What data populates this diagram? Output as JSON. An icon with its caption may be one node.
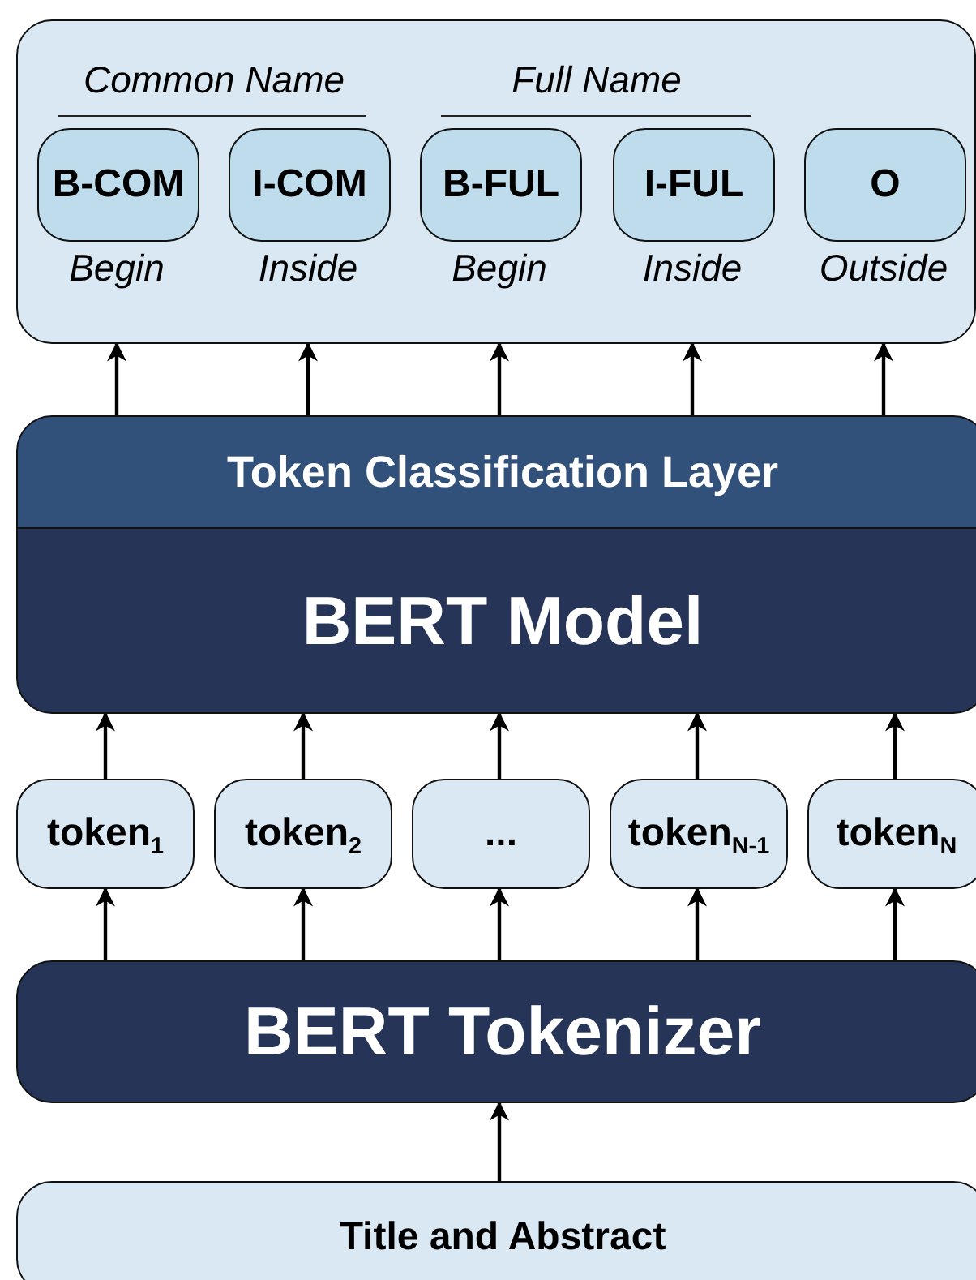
{
  "diagram": {
    "nodes": [
      {
        "text": [],
        "shape": "box"
      },
      {
        "text": [
          "B-COM"
        ],
        "in": 0,
        "beside": [
          "Begin"
        ]
      },
      {
        "text": [
          "I-COM"
        ],
        "in": 0,
        "beside": [
          "Inside"
        ]
      },
      {
        "text": [
          "B-FUL"
        ],
        "in": 0,
        "beside": [
          "Begin"
        ]
      },
      {
        "text": [
          "I-FUL"
        ],
        "in": 0,
        "beside": [
          "Inside"
        ]
      },
      {
        "text": [
          "O"
        ],
        "in": 0,
        "beside": [
          "Outside"
        ]
      },
      {
        "text": [
          "Token Classification Layer"
        ]
      },
      {
        "text": [
          "BERT Model"
        ]
      },
      {
        "text": [
          "token$_{1}$"
        ]
      },
      {
        "text": [
          "token$_{2}$"
        ]
      },
      {
        "text": [
          "..."
        ]
      },
      {
        "text": [
          "token$_{N-1}$"
        ]
      },
      {
        "text": [
          "token$_{N}$"
        ]
      },
      {
        "text": [
          "BERT Tokenizer"
        ]
      },
      {
        "text": [
          "Title and Abstract"
        ]
      }
    ],
    "edges": [
      {
        "from": 6,
        "to": 0,
        "arrow": "to"
      },
      {
        "from": 6,
        "to": 0,
        "arrow": "to"
      },
      {
        "from": 6,
        "to": 0,
        "arrow": "to"
      },
      {
        "from": 6,
        "to": 0,
        "arrow": "to"
      },
      {
        "from": 6,
        "to": 0,
        "arrow": "to"
      },
      {
        "from": 8,
        "to": 7,
        "arrow": "to"
      },
      {
        "from": 9,
        "to": 7,
        "arrow": "to"
      },
      {
        "from": 10,
        "to": 7,
        "arrow": "to"
      },
      {
        "from": 11,
        "to": 7,
        "arrow": "to"
      },
      {
        "from": 12,
        "to": 7,
        "arrow": "to"
      },
      {
        "from": 13,
        "to": 8,
        "arrow": "to"
      },
      {
        "from": 13,
        "to": 9,
        "arrow": "to"
      },
      {
        "from": 13,
        "to": 10,
        "arrow": "to"
      },
      {
        "from": 13,
        "to": 11,
        "arrow": "to"
      },
      {
        "from": 13,
        "to": 12,
        "arrow": "to"
      },
      {
        "from": 14,
        "to": 13,
        "arrow": "to"
      }
    ],
    "labels": [
      "Common Name",
      "Full Name"
    ]
  }
}
